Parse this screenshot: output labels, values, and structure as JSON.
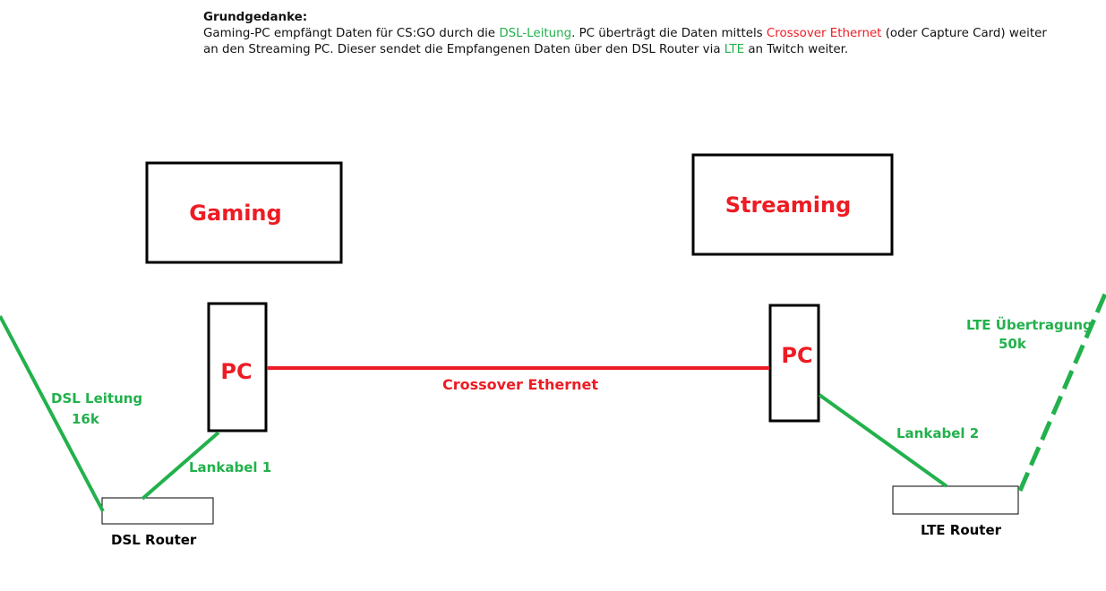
{
  "intro": {
    "heading": "Grundgedanke:",
    "line1_a": "Gaming-PC empfängt Daten für CS:GO durch die ",
    "line1_dsl": "DSL-Leitung",
    "line1_b": ". PC überträgt die Daten mittels ",
    "line1_crossover": "Crossover Ethernet",
    "line1_c": " (oder Capture Card) weiter",
    "line2_a": "an den Streaming PC. Dieser sendet die Empfangenen Daten über den DSL Router via ",
    "line2_lte": "LTE",
    "line2_b": " an Twitch weiter."
  },
  "nodes": {
    "gaming": "Gaming",
    "streaming": "Streaming",
    "pc_left": "PC",
    "pc_right": "PC",
    "dsl_router": "DSL Router",
    "lte_router": "LTE Router"
  },
  "edges": {
    "crossover": "Crossover Ethernet",
    "dsl_line": "DSL Leitung",
    "dsl_speed": "16k",
    "lan1": "Lankabel 1",
    "lan2": "Lankabel 2",
    "lte_line": "LTE Übertragung",
    "lte_speed": "50k"
  },
  "colors": {
    "green": "#22b14c",
    "red": "#ed1c24",
    "black": "#000000"
  }
}
